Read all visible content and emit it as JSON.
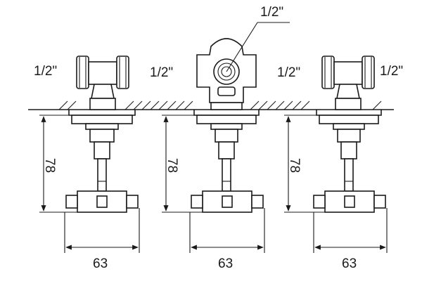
{
  "labels": {
    "thread_top": "1/2\"",
    "thread_left_1": "1/2\"",
    "thread_left_2": "1/2\"",
    "thread_left_3": "1/2\"",
    "thread_right_3": "1/2\"",
    "height_1": "78",
    "height_2": "78",
    "height_3": "78",
    "width_1": "63",
    "width_2": "63",
    "width_3": "63"
  }
}
